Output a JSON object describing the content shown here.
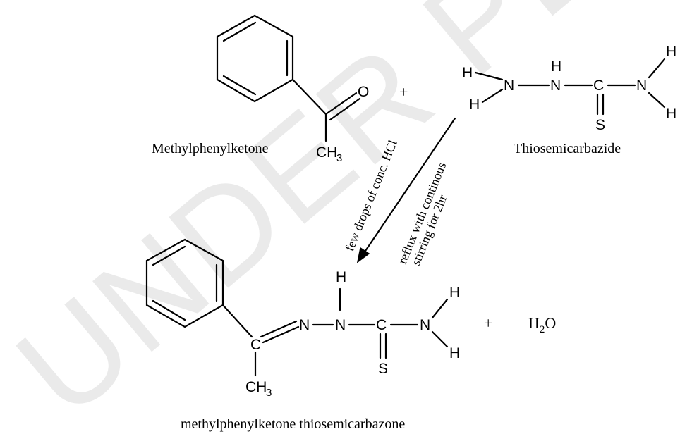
{
  "watermark": {
    "text": "UNDER PEER"
  },
  "reactant1": {
    "name": "Methylphenylketone",
    "atoms": {
      "oxygen": "O",
      "methyl": "CH",
      "methyl_sub": "3"
    }
  },
  "reactant2": {
    "name": "Thiosemicarbazide",
    "atoms": {
      "h1": "H",
      "h2": "H",
      "n1": "N",
      "n2": "N",
      "h_n2": "H",
      "c": "C",
      "s": "S",
      "n3": "N",
      "h3": "H",
      "h4": "H"
    }
  },
  "plus_sign": "+",
  "conditions": {
    "line1": "few drops of conc. HCl",
    "line2": "reflux with continous",
    "line3": "stirring for 2hr"
  },
  "product": {
    "name": "methylphenylketone thiosemicarbazone",
    "atoms": {
      "c": "C",
      "n1": "N",
      "n2": "N",
      "h_n2": "H",
      "c2": "C",
      "s": "S",
      "n3": "N",
      "h1": "H",
      "h2": "H",
      "methyl": "CH",
      "methyl_sub": "3"
    }
  },
  "byproduct": {
    "formula": "H",
    "sub": "2",
    "suffix": "O"
  }
}
